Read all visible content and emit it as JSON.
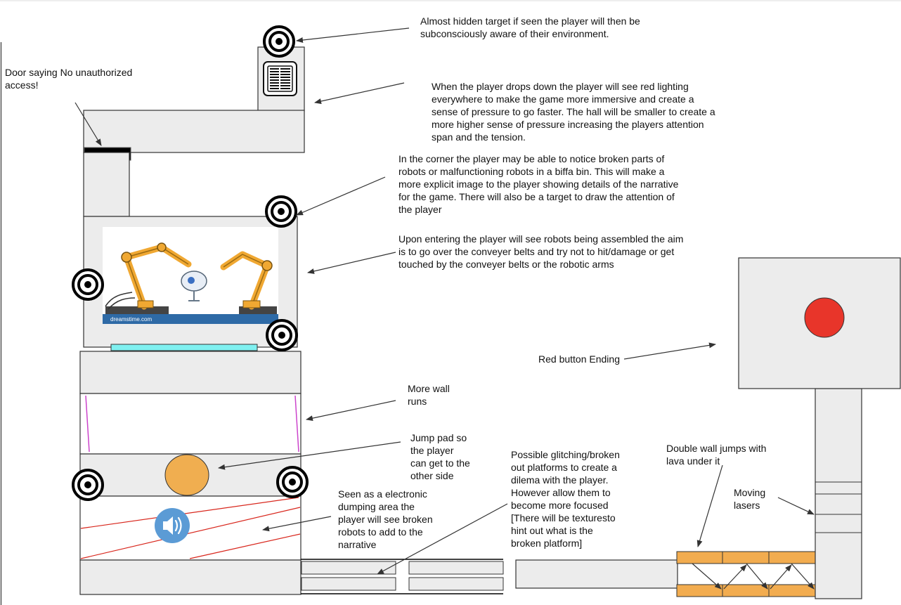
{
  "colors": {
    "wall_fill": "#ececec",
    "stroke": "#333333",
    "door": "#000000",
    "red_button": "#e8352a",
    "jump_pad": "#f0ae50",
    "platform": "#f2ac4f",
    "glass": "#7ff0f0",
    "wallrun_line": "#cc44cc",
    "laser_line": "#d8261c",
    "speaker_circle": "#5b9bd5",
    "arrow": "#333333",
    "robot_orange": "#f0a832",
    "conveyor_blue": "#2e6aa6"
  },
  "icons": {
    "target": "target-icon",
    "vent": "vent-grille-icon",
    "speaker": "speaker-icon",
    "robot_arms": "robot-arm-icon"
  },
  "image_caption": "dreamstime.com",
  "notes": {
    "door": [
      "Door saying No unauthorized",
      "access!"
    ],
    "hidden_target": [
      "Almost hidden target if seen the player will then be",
      "subconsciously aware of their environment."
    ],
    "red_lighting": [
      "When the player drops down the player will see red lighting",
      "everywhere to make the game more immersive and create a",
      "sense of pressure to go faster. The hall will be smaller to create a",
      "more higher sense of pressure increasing the players attention",
      "span and the tension."
    ],
    "broken_robots": [
      "In the corner the player may be able to notice broken parts of",
      "robots or malfunctioning robots in a biffa bin. This will make a",
      "more explicit image to the player showing details of the narrative",
      "for the game. There will also be a target to draw the attention of",
      "the player"
    ],
    "assembly": [
      "Upon entering the player will see robots being assembled the aim",
      "is to go over the conveyer belts and try not to hit/damage or get",
      "touched by the conveyer belts or the robotic arms"
    ],
    "red_button": [
      "Red button Ending"
    ],
    "wall_runs": [
      "More wall",
      "runs"
    ],
    "jump_pad": [
      "Jump pad so",
      "the player",
      "can get to the",
      "other side"
    ],
    "dumping": [
      "Seen as a electronic",
      "dumping area the",
      "player will see broken",
      "robots to add to the",
      "narrative"
    ],
    "glitching": [
      "Possible glitching/broken",
      "out platforms to create a",
      "dilema with the player.",
      "However allow them to",
      "become more focused",
      "[There will be texturesto",
      "hint out what is the",
      "broken platform]"
    ],
    "double_wall": [
      "Double wall jumps with",
      "lava under it"
    ],
    "lasers": [
      "Moving",
      "lasers"
    ]
  }
}
